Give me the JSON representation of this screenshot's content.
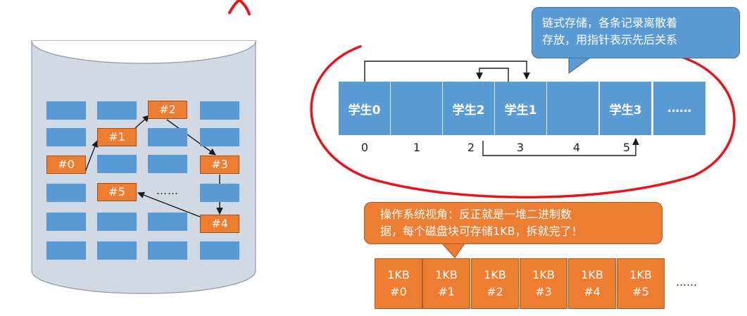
{
  "disk": {
    "records": {
      "r0": "#0",
      "r1": "#1",
      "r2": "#2",
      "r3": "#3",
      "r4": "#4",
      "r5": "#5"
    },
    "ellipsis": "……"
  },
  "records_row": {
    "cells": [
      "学生0",
      "",
      "学生2",
      "学生1",
      "",
      "学生3",
      "……"
    ],
    "indices": [
      "0",
      "1",
      "2",
      "3",
      "4",
      "5"
    ]
  },
  "callout_blue": {
    "line1": "链式存储，各条记录离散着",
    "line2": "存放，用指针表示先后关系"
  },
  "callout_orange": {
    "line1": "操作系统视角：反正就是一堆二进制数",
    "line2": "据，每个磁盘块可存储1KB，拆就完了！"
  },
  "kb_blocks": [
    {
      "size": "1KB",
      "id": "#0"
    },
    {
      "size": "1KB",
      "id": "#1"
    },
    {
      "size": "1KB",
      "id": "#2"
    },
    {
      "size": "1KB",
      "id": "#3"
    },
    {
      "size": "1KB",
      "id": "#4"
    },
    {
      "size": "1KB",
      "id": "#5"
    }
  ],
  "kb_ellipsis": "……",
  "colors": {
    "block_blue": "#5b9bd5",
    "record_orange": "#ed7d31",
    "highlight_red": "#e8141a",
    "disk_body": "#d0d9e4"
  }
}
